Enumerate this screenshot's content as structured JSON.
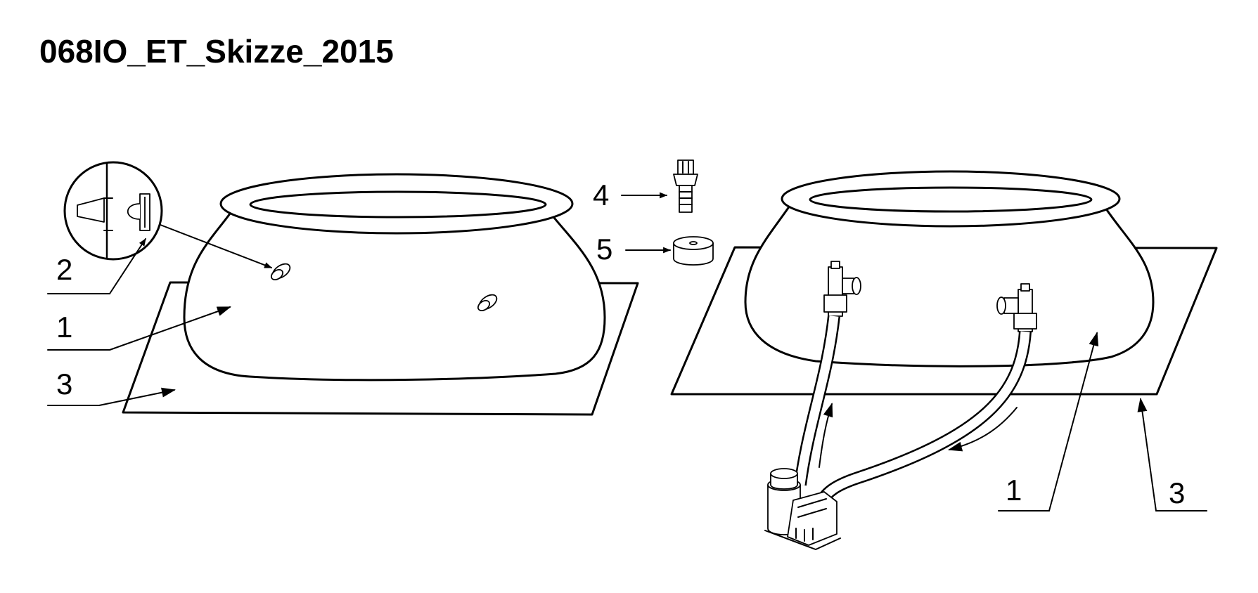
{
  "title": "068IO_ET_Skizze_2015",
  "callouts": {
    "left_valve": "2",
    "left_pool": "1",
    "left_mat": "3",
    "part_connector": "4",
    "part_seal": "5",
    "right_pool": "1",
    "right_mat": "3"
  },
  "icons": [
    "callout-arrow",
    "magnifier-detail-circle",
    "hose-connector",
    "rubber-seal",
    "filter-pump"
  ]
}
